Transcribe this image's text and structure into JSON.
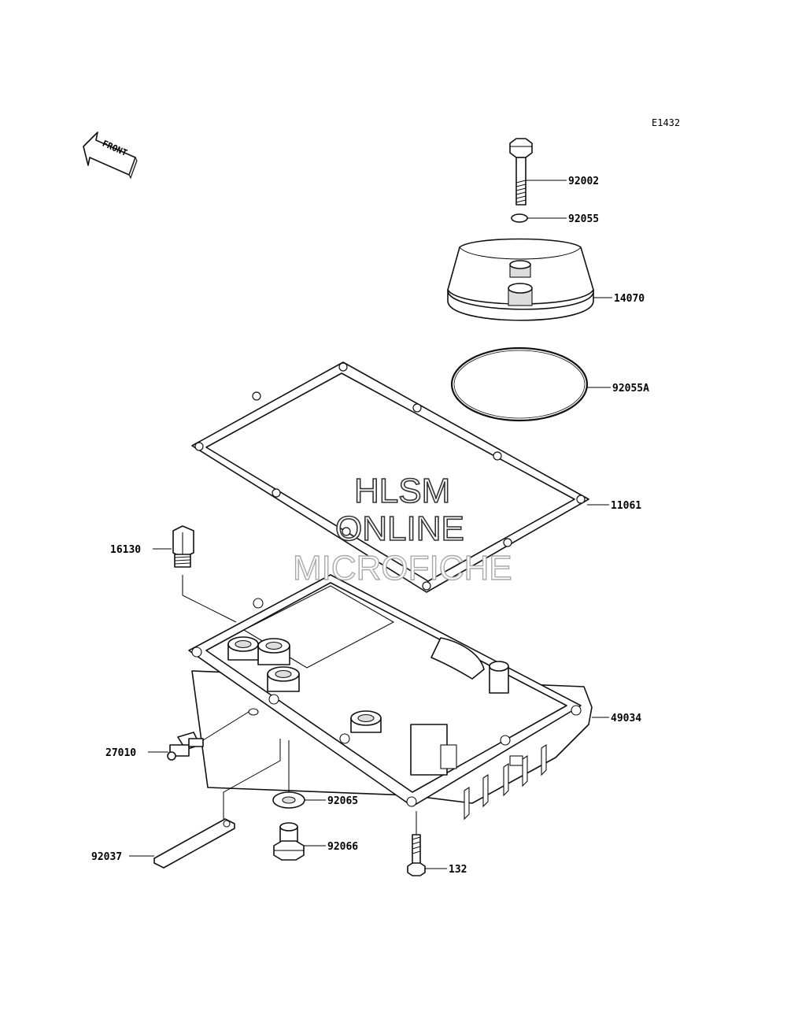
{
  "diagram_code": "E1432",
  "front_label": "FRONT",
  "watermark": {
    "line1": "HLSM",
    "line2": "ONLINE",
    "line3": "MICROFICHE"
  },
  "callouts": [
    {
      "id": "c-92002",
      "label": "92002"
    },
    {
      "id": "c-92055",
      "label": "92055"
    },
    {
      "id": "c-14070",
      "label": "14070"
    },
    {
      "id": "c-92055A",
      "label": "92055A"
    },
    {
      "id": "c-11061",
      "label": "11061"
    },
    {
      "id": "c-16130",
      "label": "16130"
    },
    {
      "id": "c-49034",
      "label": "49034"
    },
    {
      "id": "c-27010",
      "label": "27010"
    },
    {
      "id": "c-92065",
      "label": "92065"
    },
    {
      "id": "c-92066",
      "label": "92066"
    },
    {
      "id": "c-92037",
      "label": "92037"
    },
    {
      "id": "c-132",
      "label": "132"
    }
  ]
}
